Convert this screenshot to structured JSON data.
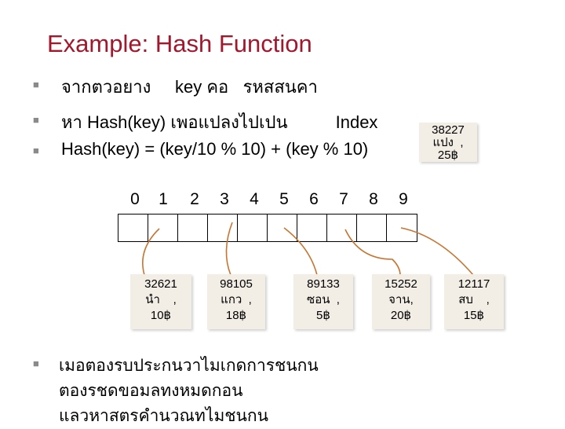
{
  "title": "Example: Hash Function",
  "bullets": [
    "จากตวอยาง     key คอ   รหสสนคา",
    "หา Hash(key) เพอแปลงไปเปน          Index",
    "Hash(key) = (key/10 % 10) + (key % 10)"
  ],
  "indices": [
    "0",
    "1",
    "2",
    "3",
    "4",
    "5",
    "6",
    "7",
    "8",
    "9"
  ],
  "overlay_card": {
    "lines": [
      "38227",
      "แปง  ,",
      "25฿"
    ]
  },
  "cards": [
    {
      "lines": [
        "32621",
        "นำ    ,",
        "10฿"
      ]
    },
    {
      "lines": [
        "98105",
        "แกว  ,",
        "18฿"
      ]
    },
    {
      "lines": [
        "89133",
        "ซอน  ,",
        "5฿"
      ]
    },
    {
      "lines": [
        "15252",
        "จาน,",
        "20฿"
      ]
    },
    {
      "lines": [
        "12117",
        "สบ    ,",
        "15฿"
      ]
    }
  ],
  "bottom_bullet": [
    "เมอตองรบประกนวาไมเกดการชนกน",
    "ตองรชดขอมลทงหมดกอน",
    "แลวหาสตรคำนวณทไมชนกน"
  ],
  "colors": {
    "title": "#a3172c",
    "arrow": "#c87430",
    "card_bg": "#f2eee5"
  }
}
